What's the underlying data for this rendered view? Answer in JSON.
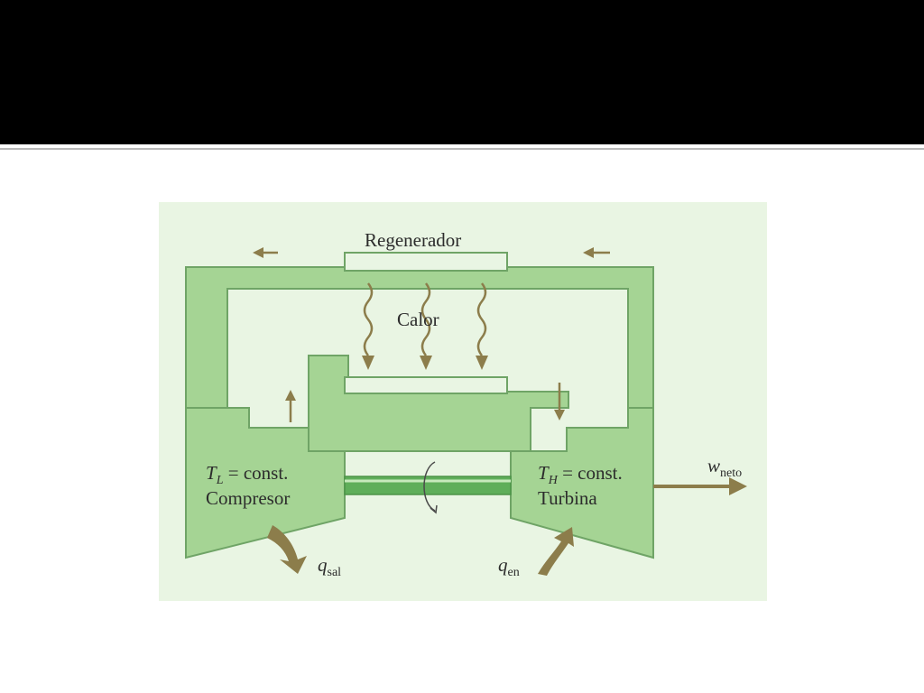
{
  "slide": {
    "header_bar_color": "#000000",
    "background_color": "#ffffff"
  },
  "diagram": {
    "regenerator_label": "Regenerador",
    "heat_label": "Calor",
    "compressor": {
      "symbol": "T",
      "subscript": "L",
      "condition": "= const.",
      "name": "Compresor"
    },
    "turbine": {
      "symbol": "T",
      "subscript": "H",
      "condition": "= const.",
      "name": "Turbina"
    },
    "work_out": {
      "symbol": "w",
      "subscript": "neto"
    },
    "heat_out": {
      "symbol": "q",
      "subscript": "sal"
    },
    "heat_in": {
      "symbol": "q",
      "subscript": "en"
    },
    "colors": {
      "panel_background": "#e9f5e3",
      "component_fill": "#a5d494",
      "component_stroke": "#6fa466",
      "arrow_color": "#8c7d4b",
      "shaft_color": "#5fae5a"
    }
  }
}
